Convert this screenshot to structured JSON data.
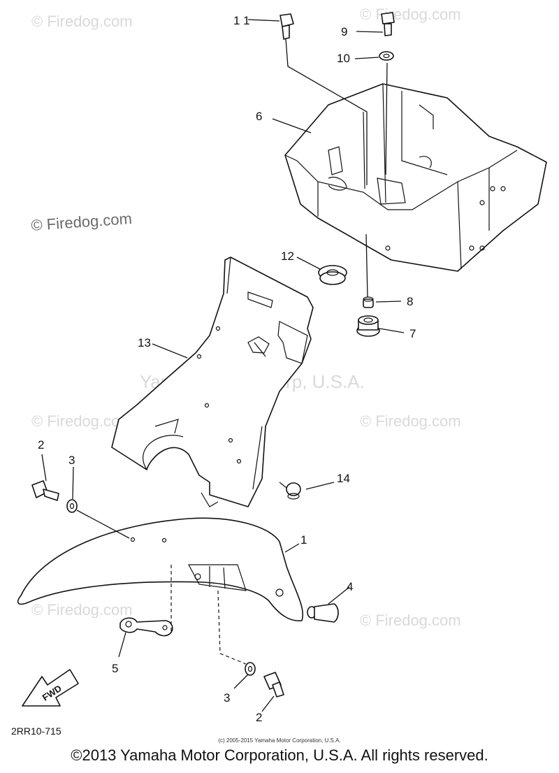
{
  "watermarks": {
    "firedog_main": "© Firedog.com",
    "firedog_faint": "© Firedog.com",
    "yamaha_center": "Yamaha Motor Corp, U.S.A."
  },
  "callouts": {
    "c1": "1",
    "c2a": "2",
    "c2b": "2",
    "c3a": "3",
    "c3b": "3",
    "c4": "4",
    "c5": "5",
    "c6": "6",
    "c7": "7",
    "c8": "8",
    "c9": "9",
    "c10": "10",
    "c11": "1 1",
    "c12": "12",
    "c13": "13",
    "c14": "14"
  },
  "fwd_label": "FWD",
  "diagram_code": "2RR10-715",
  "small_credit": "(c) 2005-2015 Yamaha Motor Corporation, U.S.A.",
  "copyright": "©2013 Yamaha Motor Corporation, U.S.A. All rights reserved.",
  "colors": {
    "line": "#111111",
    "watermark": "#d9d9d9",
    "watermark_dark": "#6a6a6a"
  }
}
